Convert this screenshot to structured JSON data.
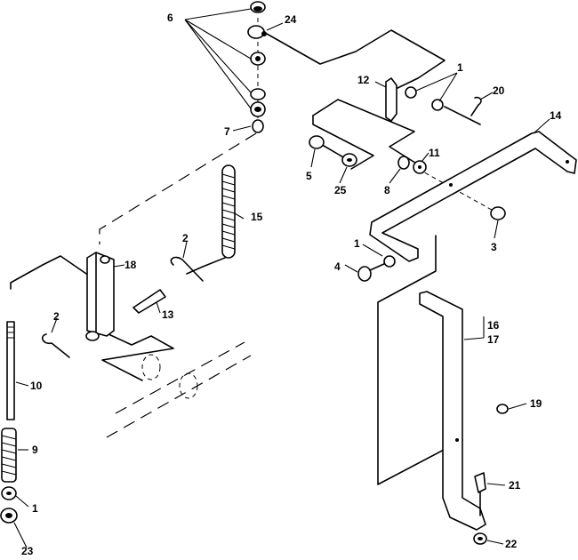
{
  "labels": {
    "l6": "6",
    "l24": "24",
    "l7": "7",
    "l12": "12",
    "l1a": "1",
    "l20": "20",
    "l14": "14",
    "l5": "5",
    "l25": "25",
    "l8": "8",
    "l11": "11",
    "l3": "3",
    "l15": "15",
    "l2a": "2",
    "l18": "18",
    "l13": "13",
    "l1b": "1",
    "l4": "4",
    "l2b": "2",
    "l16": "16",
    "l17": "17",
    "l10": "10",
    "l19": "19",
    "l9": "9",
    "l21": "21",
    "l1c": "1",
    "l23": "23",
    "l22": "22"
  }
}
